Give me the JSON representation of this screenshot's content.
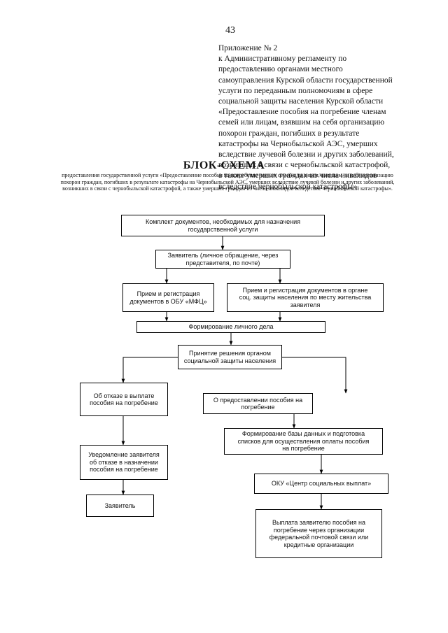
{
  "page_number": "43",
  "appendix": {
    "lines": [
      "Приложение № 2",
      " к  Административному  регламенту  по",
      "предоставлению органами местного",
      "самоуправления Курской области государственной",
      "услуги по переданным полномочиям в сфере",
      "социальной защиты населения Курской области",
      "«Предоставление пособия на погребение членам",
      "семей или лицам, взявшим на себя организацию",
      "похорон граждан, погибших в результате",
      "катастрофы на Чернобыльской АЭС, умерших",
      "вследствие лучевой болезни и других заболеваний,",
      "возникших в связи с чернобыльской катастрофой,",
      "а также умерших граждан из числа инвалидов",
      "вследствие чернобыльской катастрофы»"
    ]
  },
  "block_title": "БЛОК-СХЕМА",
  "block_subtitle": "предоставления государственной услуги  «Предоставление пособия на погребение членам семей или лицам, взявшим на себя организацию похорон граждан, погибших в результате катастрофы на Чернобыльской АЭС, умерших вследствие лучевой болезни и других заболеваний, возникших в связи с чернобыльской катастрофой, а также умерших граждан из числа инвалидов вследствие чернобыльской катастрофы».",
  "boxes": {
    "documents_set": "Комплект документов, необходимых для назначения\nгосударственной услуги",
    "applicant_request": "Заявитель (личное обращение, через\nпредставителя, по почте)",
    "reception_mfc": "Прием и регистрация\nдокументов в ОБУ «МФЦ»",
    "reception_social": "Прием и регистрация документов в органе\nсоц. защиты населения по месту жительства\nзаявителя",
    "personal_file": "Формирование личного дела",
    "decision": "Принятие решения органом\nсоциальной защиты населения",
    "refusal": "Об отказе в выплате\nпособия на погребение",
    "grant": "О предоставлении пособия на\nпогребение",
    "notification": "Уведомление заявителя\nоб отказе в назначении\nпособия на погребение",
    "database": "Формирование базы данных и подготовка\nсписков для осуществления оплаты пособия\nна погребение",
    "applicant_final": "Заявитель",
    "oku": "ОКУ «Центр социальных выплат»",
    "payment": "Выплата заявителю пособия на\nпогребение  через организации\nфедеральной почтовой связи или\nкредитные организации"
  }
}
